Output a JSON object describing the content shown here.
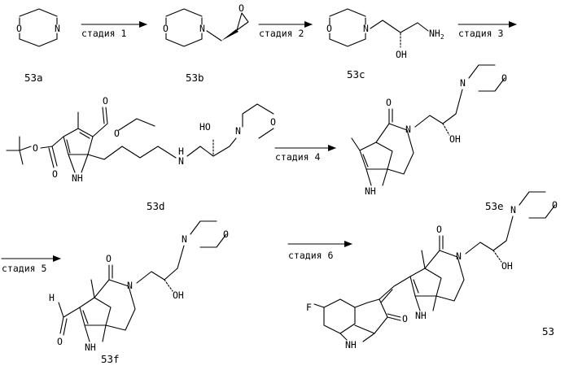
{
  "atoms": {
    "O": "O",
    "N": "N",
    "NH": "NH",
    "H": "H",
    "HO": "HO",
    "OH": "OH",
    "NH2": "NH",
    "NH2_sub": "2",
    "F": "F"
  },
  "compounds": [
    "53a",
    "53b",
    "53c",
    "53d",
    "53e",
    "53f",
    "53"
  ],
  "stages": [
    "стадия 1",
    "стадия 2",
    "стадия 3",
    "стадия 4",
    "стадия 5",
    "стадия 6"
  ]
}
